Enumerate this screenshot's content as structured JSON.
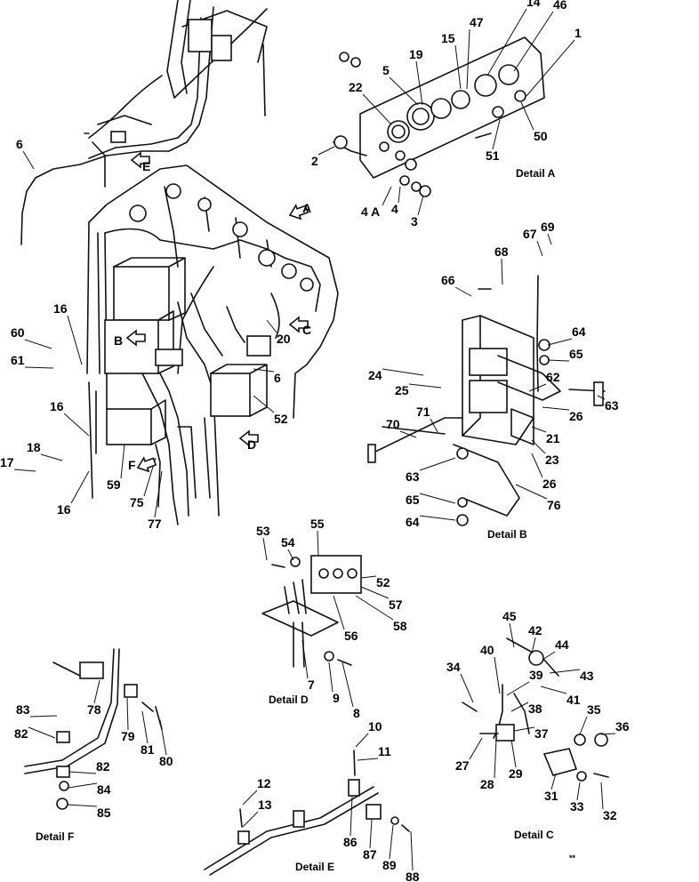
{
  "parts": [
    {
      "id": "c1",
      "label": "1"
    },
    {
      "id": "c2",
      "label": "2"
    },
    {
      "id": "c3",
      "label": "3"
    },
    {
      "id": "c4",
      "label": "4"
    },
    {
      "id": "c4a",
      "label": "4 A"
    },
    {
      "id": "c5",
      "label": "5"
    },
    {
      "id": "c6a",
      "label": "6"
    },
    {
      "id": "c6b",
      "label": "6"
    },
    {
      "id": "c7",
      "label": "7"
    },
    {
      "id": "c8",
      "label": "8"
    },
    {
      "id": "c9",
      "label": "9"
    },
    {
      "id": "c10",
      "label": "10"
    },
    {
      "id": "c11",
      "label": "11"
    },
    {
      "id": "c12",
      "label": "12"
    },
    {
      "id": "c13",
      "label": "13"
    },
    {
      "id": "c14",
      "label": "14"
    },
    {
      "id": "c15",
      "label": "15"
    },
    {
      "id": "c16a",
      "label": "16"
    },
    {
      "id": "c16b",
      "label": "16"
    },
    {
      "id": "c16c",
      "label": "16"
    },
    {
      "id": "c17",
      "label": "17"
    },
    {
      "id": "c18",
      "label": "18"
    },
    {
      "id": "c19",
      "label": "19"
    },
    {
      "id": "c20",
      "label": "20"
    },
    {
      "id": "c21",
      "label": "21"
    },
    {
      "id": "c22",
      "label": "22"
    },
    {
      "id": "c23",
      "label": "23"
    },
    {
      "id": "c24",
      "label": "24"
    },
    {
      "id": "c25",
      "label": "25"
    },
    {
      "id": "c26a",
      "label": "26"
    },
    {
      "id": "c26b",
      "label": "26"
    },
    {
      "id": "c27",
      "label": "27"
    },
    {
      "id": "c28",
      "label": "28"
    },
    {
      "id": "c29",
      "label": "29"
    },
    {
      "id": "c31",
      "label": "31"
    },
    {
      "id": "c32",
      "label": "32"
    },
    {
      "id": "c33",
      "label": "33"
    },
    {
      "id": "c34",
      "label": "34"
    },
    {
      "id": "c35",
      "label": "35"
    },
    {
      "id": "c36",
      "label": "36"
    },
    {
      "id": "c37",
      "label": "37"
    },
    {
      "id": "c38",
      "label": "38"
    },
    {
      "id": "c39",
      "label": "39"
    },
    {
      "id": "c40",
      "label": "40"
    },
    {
      "id": "c41",
      "label": "41"
    },
    {
      "id": "c42",
      "label": "42"
    },
    {
      "id": "c43",
      "label": "43"
    },
    {
      "id": "c44",
      "label": "44"
    },
    {
      "id": "c45",
      "label": "45"
    },
    {
      "id": "c46",
      "label": "46"
    },
    {
      "id": "c47",
      "label": "47"
    },
    {
      "id": "c50",
      "label": "50"
    },
    {
      "id": "c51",
      "label": "51"
    },
    {
      "id": "c52a",
      "label": "52"
    },
    {
      "id": "c52b",
      "label": "52"
    },
    {
      "id": "c53",
      "label": "53"
    },
    {
      "id": "c54",
      "label": "54"
    },
    {
      "id": "c55",
      "label": "55"
    },
    {
      "id": "c56",
      "label": "56"
    },
    {
      "id": "c57",
      "label": "57"
    },
    {
      "id": "c58",
      "label": "58"
    },
    {
      "id": "c59",
      "label": "59"
    },
    {
      "id": "c60",
      "label": "60"
    },
    {
      "id": "c61",
      "label": "61"
    },
    {
      "id": "c62",
      "label": "62"
    },
    {
      "id": "c63a",
      "label": "63"
    },
    {
      "id": "c63b",
      "label": "63"
    },
    {
      "id": "c64a",
      "label": "64"
    },
    {
      "id": "c64b",
      "label": "64"
    },
    {
      "id": "c65a",
      "label": "65"
    },
    {
      "id": "c65b",
      "label": "65"
    },
    {
      "id": "c66",
      "label": "66"
    },
    {
      "id": "c67",
      "label": "67"
    },
    {
      "id": "c68",
      "label": "68"
    },
    {
      "id": "c69",
      "label": "69"
    },
    {
      "id": "c70",
      "label": "70"
    },
    {
      "id": "c71",
      "label": "71"
    },
    {
      "id": "c75",
      "label": "75"
    },
    {
      "id": "c76",
      "label": "76"
    },
    {
      "id": "c77",
      "label": "77"
    },
    {
      "id": "c78",
      "label": "78"
    },
    {
      "id": "c79",
      "label": "79"
    },
    {
      "id": "c80",
      "label": "80"
    },
    {
      "id": "c81",
      "label": "81"
    },
    {
      "id": "c82a",
      "label": "82"
    },
    {
      "id": "c82b",
      "label": "82"
    },
    {
      "id": "c83",
      "label": "83"
    },
    {
      "id": "c84",
      "label": "84"
    },
    {
      "id": "c85",
      "label": "85"
    },
    {
      "id": "c86",
      "label": "86"
    },
    {
      "id": "c87",
      "label": "87"
    },
    {
      "id": "c88",
      "label": "88"
    },
    {
      "id": "c89",
      "label": "89"
    }
  ],
  "view_arrows": [
    {
      "id": "arrowA",
      "label": "A"
    },
    {
      "id": "arrowB",
      "label": "B"
    },
    {
      "id": "arrowC",
      "label": "C"
    },
    {
      "id": "arrowD",
      "label": "D"
    },
    {
      "id": "arrowE",
      "label": "E"
    },
    {
      "id": "arrowF",
      "label": "F"
    }
  ],
  "details": {
    "a": "Detail  A",
    "b": "Detail  B",
    "c": "Detail  C",
    "d": "Detail  D",
    "e": "Detail  E",
    "f": "Detail  F"
  },
  "corner_mark": "**"
}
